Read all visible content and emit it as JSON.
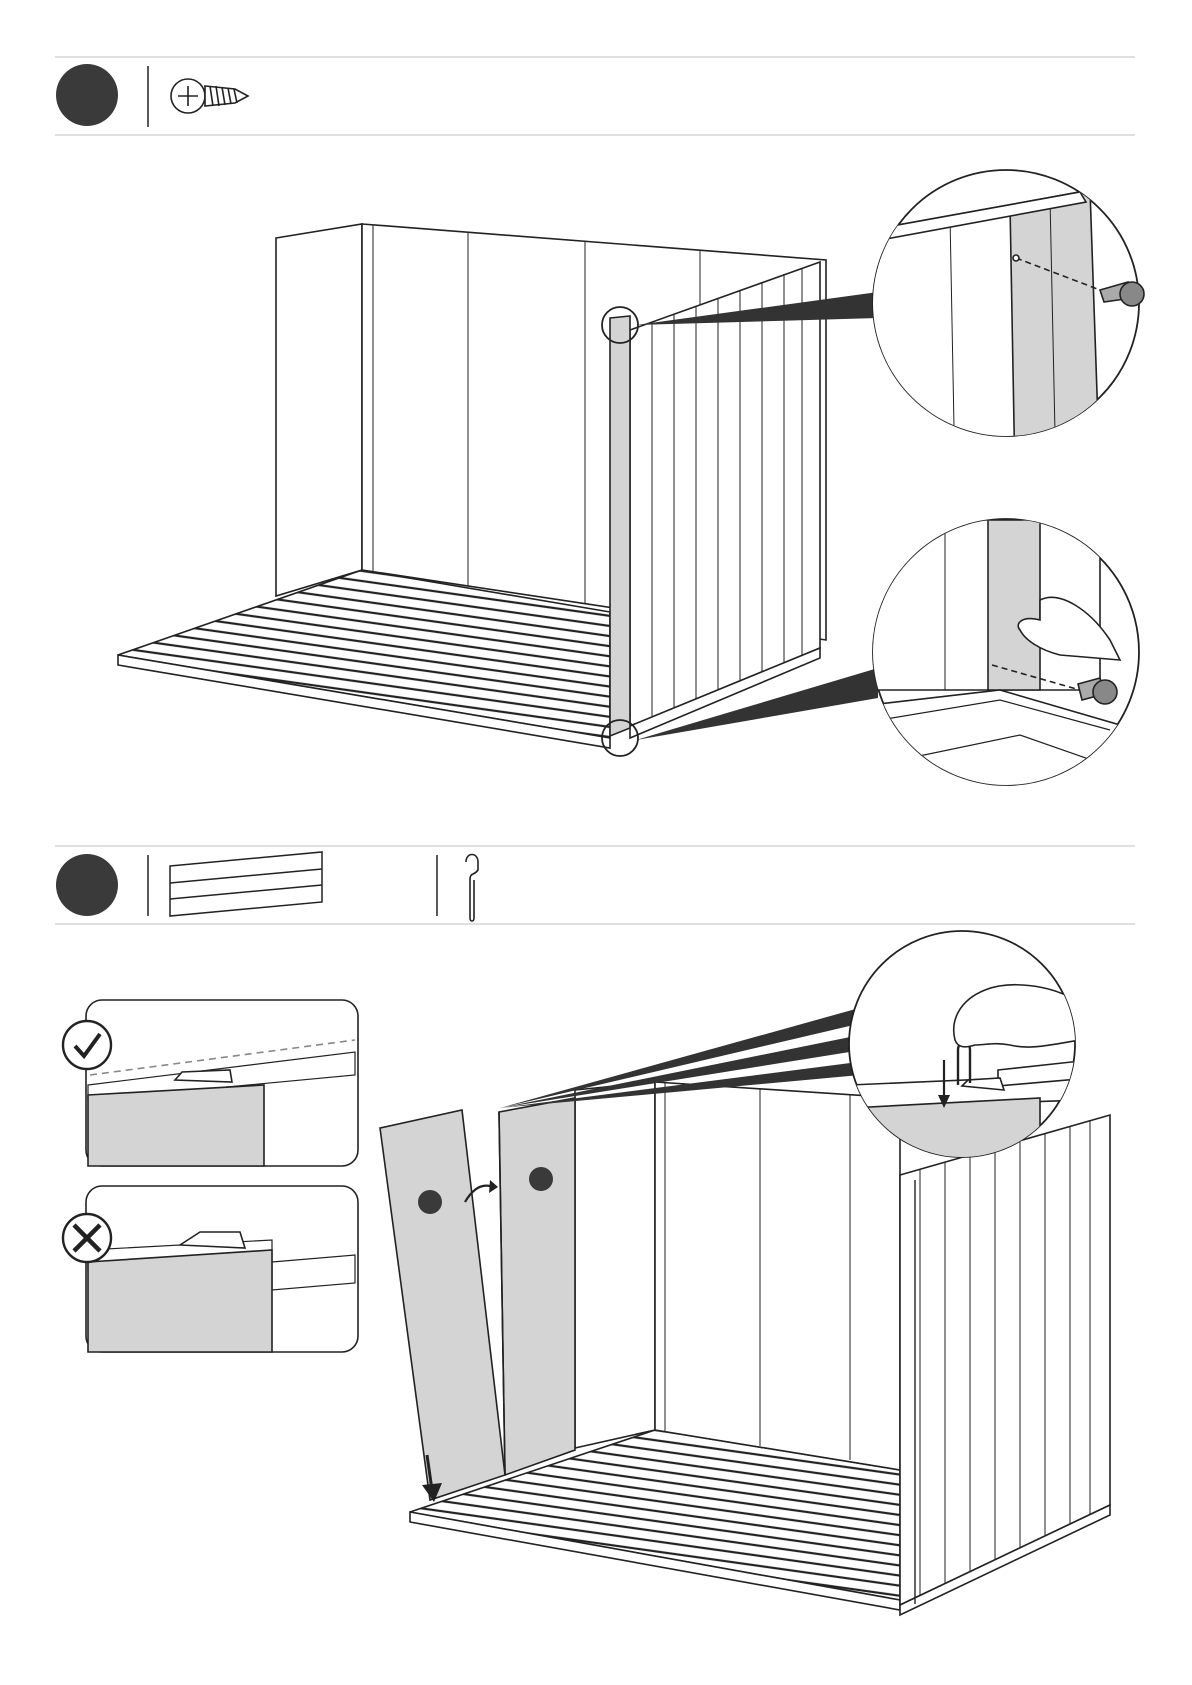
{
  "page": {
    "background": "#ffffff",
    "line_color": "#222222",
    "panel_fill": "#d4d4d4",
    "step_badge_fill": "#3a3a3a",
    "rule_color": "#cccccc"
  },
  "steps": [
    {
      "badge_number": "",
      "parts": [
        {
          "icon": "screw-icon",
          "quantity": ""
        }
      ],
      "detail_views": [
        "top-screw-detail",
        "bottom-screw-detail"
      ]
    },
    {
      "badge_number": "",
      "parts": [
        {
          "icon": "wall-panel-icon",
          "quantity": ""
        },
        {
          "icon": "clip-icon",
          "quantity": ""
        }
      ],
      "callouts": [
        {
          "icon": "check-icon",
          "meaning": "correct"
        },
        {
          "icon": "cross-icon",
          "meaning": "incorrect"
        }
      ],
      "panel_markers": [
        "",
        ""
      ]
    }
  ]
}
